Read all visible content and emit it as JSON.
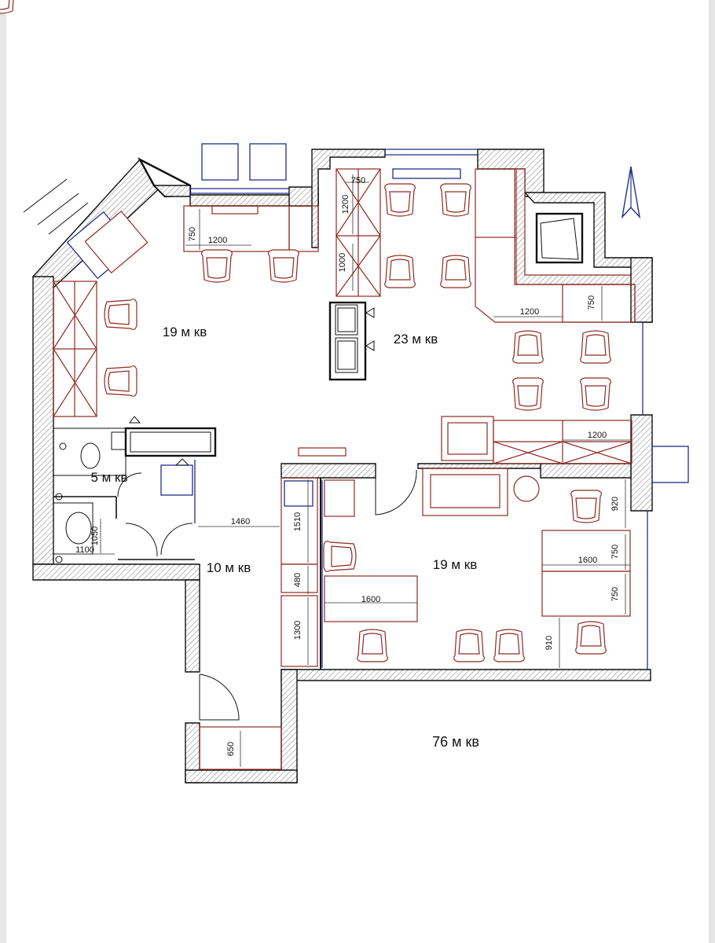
{
  "rooms": [
    {
      "label": "19 м кв"
    },
    {
      "label": "23 м кв"
    },
    {
      "label": "5 м кв"
    },
    {
      "label": "10 м кв"
    },
    {
      "label": "19 м кв"
    }
  ],
  "total_area": "76 м кв",
  "dims": [
    "750",
    "1200",
    "750",
    "1200",
    "1000",
    "1200",
    "750",
    "1200",
    "1460",
    "1510",
    "480",
    "1300",
    "1600",
    "1050",
    "1100",
    "920",
    "1600",
    "750",
    "750",
    "910",
    "650"
  ],
  "colors": {
    "wall": "#111111",
    "furniture": "#8e2a22",
    "windows": "#1f2f8a"
  },
  "icons": [
    "north-arrow-icon",
    "stage-marker-icon"
  ]
}
